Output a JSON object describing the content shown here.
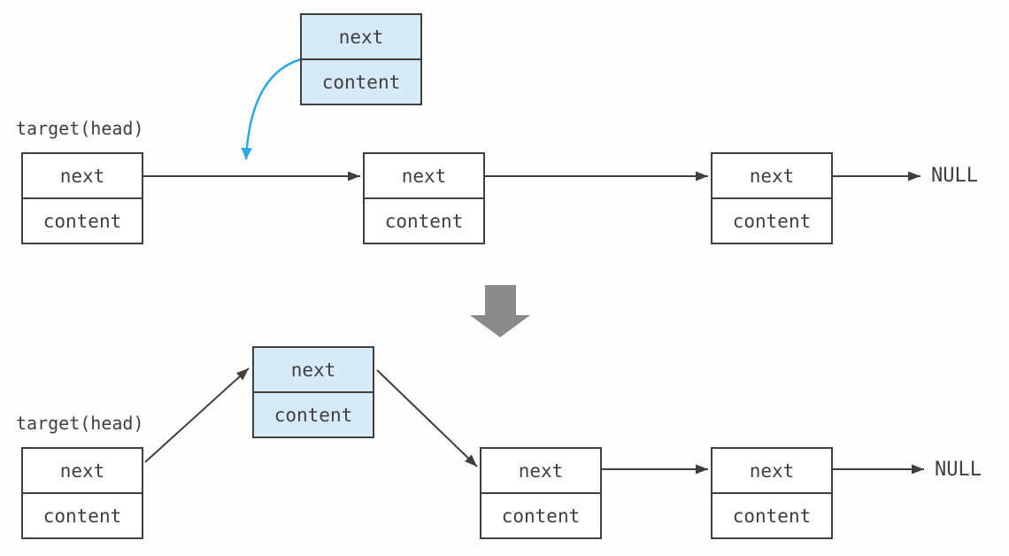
{
  "colors": {
    "box_border": "#3f3f3f",
    "text": "#3f3f3f",
    "highlight_fill": "#d6ebf7",
    "plain_fill": "#ffffff",
    "link_arrow": "#3f3f3f",
    "insert_arrow": "#29abe2",
    "transition_arrow": "#8a8a8a",
    "background": "#fdfdfd"
  },
  "before": {
    "pointer_label": "target(head)",
    "new_node": {
      "next": "next",
      "content": "content",
      "highlighted": true
    },
    "nodes": [
      {
        "next": "next",
        "content": "content"
      },
      {
        "next": "next",
        "content": "content"
      },
      {
        "next": "next",
        "content": "content"
      }
    ],
    "terminator": "NULL"
  },
  "after": {
    "pointer_label": "target(head)",
    "new_node": {
      "next": "next",
      "content": "content",
      "highlighted": true
    },
    "nodes": [
      {
        "next": "next",
        "content": "content"
      },
      {
        "next": "next",
        "content": "content"
      },
      {
        "next": "next",
        "content": "content"
      }
    ],
    "terminator": "NULL"
  }
}
